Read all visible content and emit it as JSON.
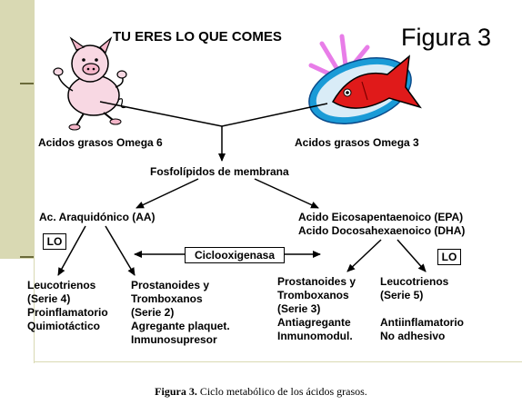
{
  "slide": {
    "title": "TU ERES LO QUE COMES",
    "figure_label": "Figura 3",
    "omega6": "Acidos grasos Omega 6",
    "omega3": "Acidos grasos Omega 3",
    "fosfolipidos": "Fosfolípidos de membrana",
    "aa": "Ac. Araquidónico (AA)",
    "epa": "Acido Eicosapentaenoico (EPA)",
    "dha": "Acido Docosahexaenoico (DHA)",
    "lo_left": "LO",
    "lo_right": "LO",
    "ciclooxigenasa": "Ciclooxigenasa",
    "leucotrienos_left": [
      "Leucotrienos",
      "(Serie 4)",
      "Proinflamatorio",
      "Quimiotáctico"
    ],
    "prostanoides_left": [
      "Prostanoides y",
      "Tromboxanos",
      "(Serie 2)",
      "Agregante plaquet.",
      "Inmunosupresor"
    ],
    "prostanoides_right": [
      "Prostanoides y",
      "Tromboxanos",
      "(Serie 3)",
      "Antiagregante",
      "Inmunomodul."
    ],
    "leucotrienos_right": [
      "Leucotrienos",
      "(Serie 5)",
      "",
      "Antiinflamatorio",
      "No adhesivo"
    ]
  },
  "caption": {
    "label": "Figura 3.",
    "text": " Ciclo metabólico de los ácidos grasos."
  },
  "icons": [
    "pig-icon",
    "fish-icon"
  ],
  "colors": {
    "band": "#d9d9b3",
    "fish": "#e01a1a",
    "fish_bg": "#1a9bd7",
    "rays": "#e87de8"
  }
}
